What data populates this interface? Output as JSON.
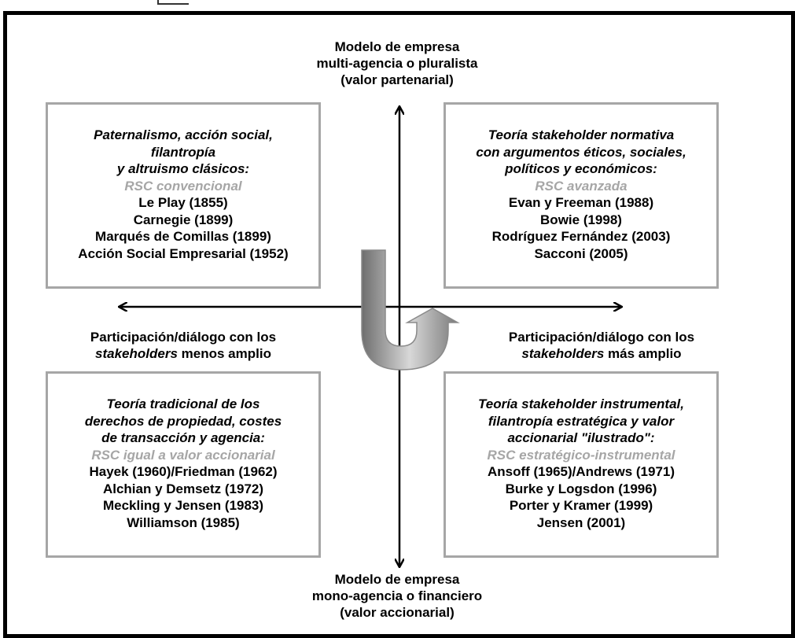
{
  "axes": {
    "top": {
      "lines": [
        "Modelo de empresa",
        "multi-agencia o pluralista",
        "(valor partenarial)"
      ]
    },
    "bottom": {
      "lines": [
        "Modelo de empresa",
        "mono-agencia o financiero",
        "(valor accionarial)"
      ]
    },
    "left": {
      "line1": "Participación/diálogo con los",
      "line2_italic": "stakeholders",
      "line2_rest": " menos amplio"
    },
    "right": {
      "line1": "Participación/diálogo con los",
      "line2_italic": "stakeholders",
      "line2_rest": " más amplio"
    }
  },
  "quadrants": {
    "top_left": {
      "title": [
        "Paternalismo, acción social,",
        "filantropía",
        "y altruismo clásicos:"
      ],
      "rsc": "RSC convencional",
      "refs": [
        "Le Play (1855)",
        "Carnegie (1899)",
        "Marqués de Comillas (1899)",
        "Acción Social Empresarial (1952)"
      ]
    },
    "top_right": {
      "title": [
        "Teoría stakeholder normativa",
        "con argumentos éticos, sociales,",
        "políticos y económicos:"
      ],
      "rsc": "RSC avanzada",
      "refs": [
        "Evan y Freeman (1988)",
        "Bowie (1998)",
        "Rodríguez Fernández (2003)",
        "Sacconi (2005)"
      ]
    },
    "bottom_left": {
      "title": [
        "Teoría tradicional de los",
        "derechos de propiedad, costes",
        "de transacción y agencia:"
      ],
      "rsc": "RSC igual a valor accionarial",
      "refs": [
        "Hayek (1960)/Friedman (1962)",
        "Alchian y Demsetz (1972)",
        "Meckling y Jensen (1983)",
        "Williamson (1985)"
      ]
    },
    "bottom_right": {
      "title": [
        "Teoría stakeholder instrumental,",
        "filantropía estratégica y valor",
        "accionarial \"ilustrado\":"
      ],
      "rsc": "RSC estratégico-instrumental",
      "refs": [
        "Ansoff (1965)/Andrews (1971)",
        "Burke y Logsdon (1996)",
        "Porter y Kramer (1999)",
        "Jensen (2001)"
      ]
    }
  },
  "colors": {
    "frame": "#000000",
    "box_border": "#a6a6a6",
    "rsc_text": "#a6a6a6",
    "u_arrow": "#9a9a9a"
  }
}
